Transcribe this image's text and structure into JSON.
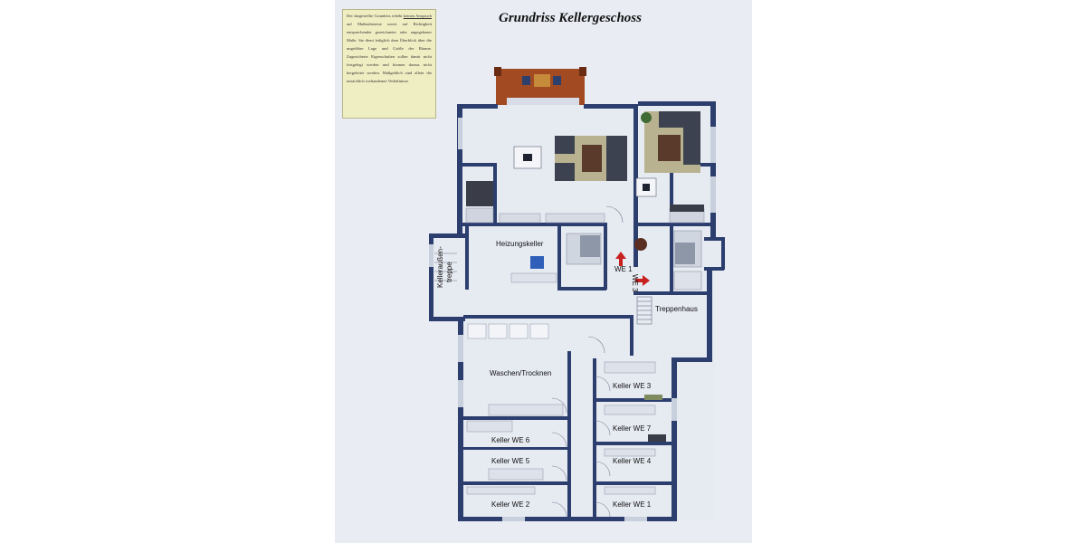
{
  "title": "Grundriss Kellergeschoss",
  "disclaimer": {
    "part1": "Der dargestellte Grundriss erhebt",
    "underlined": "keinen Anspruch",
    "part2": "auf Maßstabstreue sowie auf Richtigkeit entsprechender gezeichneter oder angegebener Maße. Sie dient lediglich dem Überblick über die ungefähre Lage und Größe der Räume. Zugesicherte Eigenschaften sollen damit nicht festgelegt werden und können daraus nicht hergeleitet werden. Maßgeblich sind allein die tatsächlich vorhandenen Verhältnisse."
  },
  "rooms": {
    "heizungskeller": "Heizungskeller",
    "kelleraussentreppe_1": "Kelleraußen-",
    "kelleraussentreppe_2": "treppe",
    "we1": "WE 1",
    "we3": "WE 3",
    "treppenhaus": "Treppenhaus",
    "waschen": "Waschen/Trocknen",
    "keller_we3": "Keller WE 3",
    "keller_we7": "Keller WE 7",
    "keller_we6": "Keller WE 6",
    "keller_we4": "Keller WE 4",
    "keller_we5": "Keller WE 5",
    "keller_we2": "Keller WE 2",
    "keller_we1": "Keller WE 1"
  },
  "colors": {
    "wall": "#2c3e6e",
    "floor": "#e8ecf2",
    "terrace": "#a24a22",
    "arrow": "#c8201e",
    "rug": "#b8b290",
    "sofa": "#3d4250"
  }
}
